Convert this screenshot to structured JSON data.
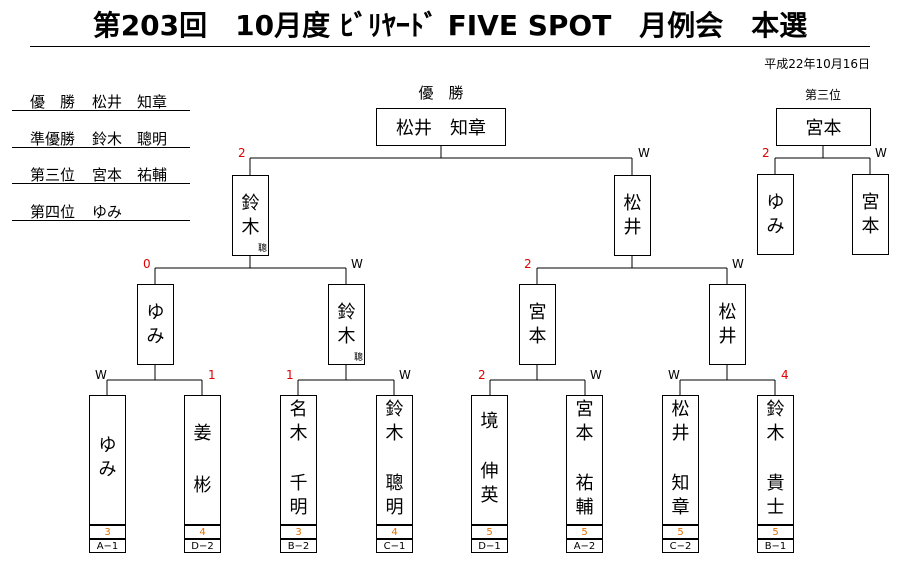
{
  "header": {
    "title": "第203回　10月度 ﾋﾞﾘﾔｰﾄﾞ FIVE SPOT　月例会　本選",
    "date": "平成22年10月16日"
  },
  "results": [
    {
      "label": "優　勝",
      "name": "松井　知章"
    },
    {
      "label": "準優勝",
      "name": "鈴木　聰明"
    },
    {
      "label": "第三位",
      "name": "宮本　祐輔"
    },
    {
      "label": "第四位",
      "name": "ゆみ"
    }
  ],
  "final": {
    "heading": "優　勝",
    "winner": "松井　知章",
    "left_score": "2",
    "right_score": "W"
  },
  "third_place": {
    "heading": "第三位",
    "winner": "宮本",
    "left_score": "2",
    "right_score": "W",
    "left": {
      "c1": "ゆ",
      "c2": "み"
    },
    "right": {
      "c1": "宮",
      "c2": "本"
    }
  },
  "semis": [
    {
      "c1": "鈴",
      "c2": "木",
      "suffix": "聰"
    },
    {
      "c1": "松",
      "c2": "井",
      "suffix": ""
    }
  ],
  "semi_scores": [
    {
      "left": "0",
      "right": "W"
    },
    {
      "left": "2",
      "right": "W"
    }
  ],
  "quarters": [
    {
      "c1": "ゆ",
      "c2": "み",
      "suffix": ""
    },
    {
      "c1": "鈴",
      "c2": "木",
      "suffix": "聰"
    },
    {
      "c1": "宮",
      "c2": "本",
      "suffix": ""
    },
    {
      "c1": "松",
      "c2": "井",
      "suffix": ""
    }
  ],
  "quarter_scores": [
    {
      "left": "W",
      "right": "1"
    },
    {
      "left": "1",
      "right": "W"
    },
    {
      "left": "2",
      "right": "W"
    },
    {
      "left": "W",
      "right": "4"
    }
  ],
  "players": [
    {
      "a": "ゆ",
      "b": "み",
      "c": "",
      "d": "",
      "num": "3",
      "seed": "A−1"
    },
    {
      "a": "姜",
      "b": "",
      "c": "彬",
      "d": "",
      "num": "4",
      "seed": "D−2"
    },
    {
      "a": "名",
      "b": "木",
      "c": "千",
      "d": "明",
      "num": "3",
      "seed": "B−2"
    },
    {
      "a": "鈴",
      "b": "木",
      "c": "聰",
      "d": "明",
      "num": "4",
      "seed": "C−1"
    },
    {
      "a": "境",
      "b": "",
      "c": "伸",
      "d": "英",
      "num": "5",
      "seed": "D−1"
    },
    {
      "a": "宮",
      "b": "本",
      "c": "祐",
      "d": "輔",
      "num": "5",
      "seed": "A−2"
    },
    {
      "a": "松",
      "b": "井",
      "c": "知",
      "d": "章",
      "num": "5",
      "seed": "C−2"
    },
    {
      "a": "鈴",
      "b": "木",
      "c": "貴",
      "d": "士",
      "num": "5",
      "seed": "B−1"
    }
  ]
}
